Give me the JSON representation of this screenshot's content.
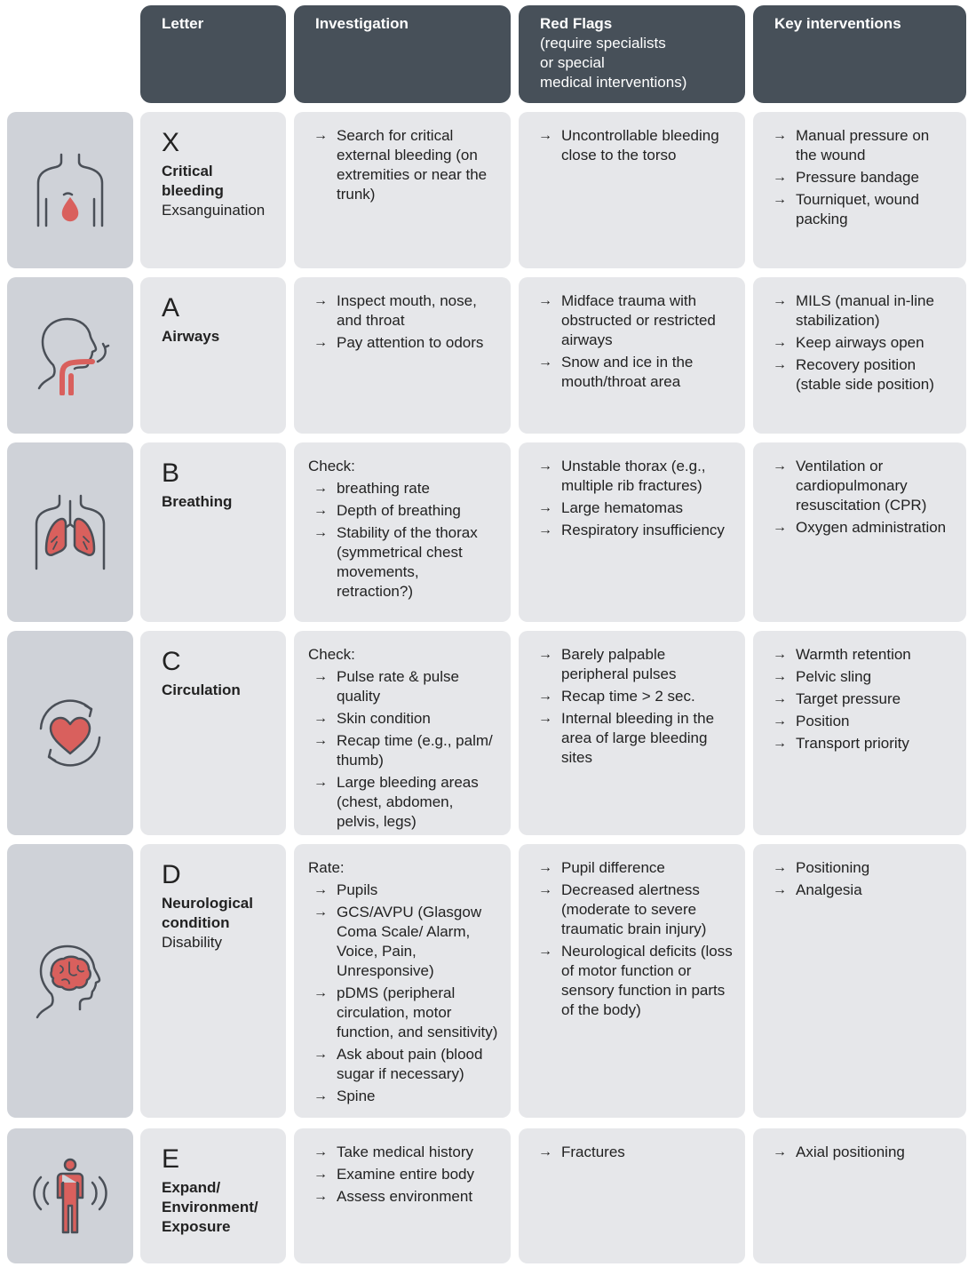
{
  "header": {
    "letter": "Letter",
    "investigation": "Investigation",
    "red_flags": "Red Flags",
    "red_flags_sub": [
      "(require specialists",
      "or special",
      "medical interventions)"
    ],
    "key_interventions": "Key interventions"
  },
  "colors": {
    "header_bg": "#475059",
    "icon_bg": "#cfd2d8",
    "cell_bg": "#e6e7ea",
    "accent": "#d9605d",
    "stroke": "#4a4f57"
  },
  "rows": [
    {
      "icon": "torso-bleeding-icon",
      "letter": "X",
      "title": "Critical bleeding",
      "subtitle": "Exsanguination",
      "investigation_intro": "",
      "investigation": [
        "Search for critical external bleeding (on extremities or near the trunk)"
      ],
      "red_flags": [
        "Uncontrollable bleeding close to the torso"
      ],
      "interventions": [
        "Manual pressure on the wound",
        "Pressure bandage",
        "Tourniquet, wound packing"
      ]
    },
    {
      "icon": "airway-head-icon",
      "letter": "A",
      "title": "Airways",
      "subtitle": "",
      "investigation_intro": "",
      "investigation": [
        "Inspect mouth, nose, and throat",
        "Pay attention to odors"
      ],
      "red_flags": [
        "Midface trauma with obstructed or restricted airways",
        "Snow and ice in the mouth/throat area"
      ],
      "interventions": [
        "MILS (manual in-line stabilization)",
        "Keep airways open",
        "Recovery position (stable side position)"
      ]
    },
    {
      "icon": "lungs-icon",
      "letter": "B",
      "title": "Breathing",
      "subtitle": "",
      "investigation_intro": "Check:",
      "investigation": [
        "breathing rate",
        "Depth of breathing",
        "Stability of the thorax (symmetrical chest movements, retraction?)"
      ],
      "red_flags": [
        "Unstable thorax (e.g., multiple rib fractures)",
        "Large hematomas",
        "Respiratory insufficiency"
      ],
      "interventions": [
        "Ventilation or cardiopulmonary resuscitation (CPR)",
        "Oxygen administration"
      ]
    },
    {
      "icon": "heart-circulation-icon",
      "letter": "C",
      "title": "Circulation",
      "subtitle": "",
      "investigation_intro": "Check:",
      "investigation": [
        "Pulse rate & pulse quality",
        "Skin condition",
        "Recap time (e.g., palm/ thumb)",
        "Large bleeding areas (chest, abdomen, pelvis, legs)"
      ],
      "red_flags": [
        "Barely palpable peripheral pulses",
        "Recap time > 2 sec.",
        "Internal bleeding in the area of large bleeding sites"
      ],
      "interventions": [
        "Warmth retention",
        "Pelvic sling",
        "Target pressure",
        "Position",
        "Transport priority"
      ]
    },
    {
      "icon": "brain-head-icon",
      "letter": "D",
      "title": "Neurological condition",
      "subtitle": "Disability",
      "investigation_intro": "Rate:",
      "investigation": [
        "Pupils",
        "GCS/AVPU (Glasgow Coma Scale/ Alarm, Voice, Pain, Unresponsive)",
        "pDMS (peripheral circulation, motor function, and sensitivity)",
        "Ask about pain (blood sugar if necessary)",
        "Spine"
      ],
      "red_flags": [
        "Pupil difference",
        "Decreased alertness (moderate to severe traumatic brain injury)",
        "Neurological deficits (loss of motor function or sensory function in parts of the body)"
      ],
      "interventions": [
        "Positioning",
        "Analgesia"
      ]
    },
    {
      "icon": "body-exposure-icon",
      "letter": "E",
      "title": "Expand/ Environment/ Exposure",
      "subtitle": "",
      "investigation_intro": "",
      "investigation": [
        "Take medical history",
        "Examine entire body",
        "Assess environment"
      ],
      "red_flags": [
        "Fractures"
      ],
      "interventions": [
        "Axial positioning"
      ]
    }
  ]
}
